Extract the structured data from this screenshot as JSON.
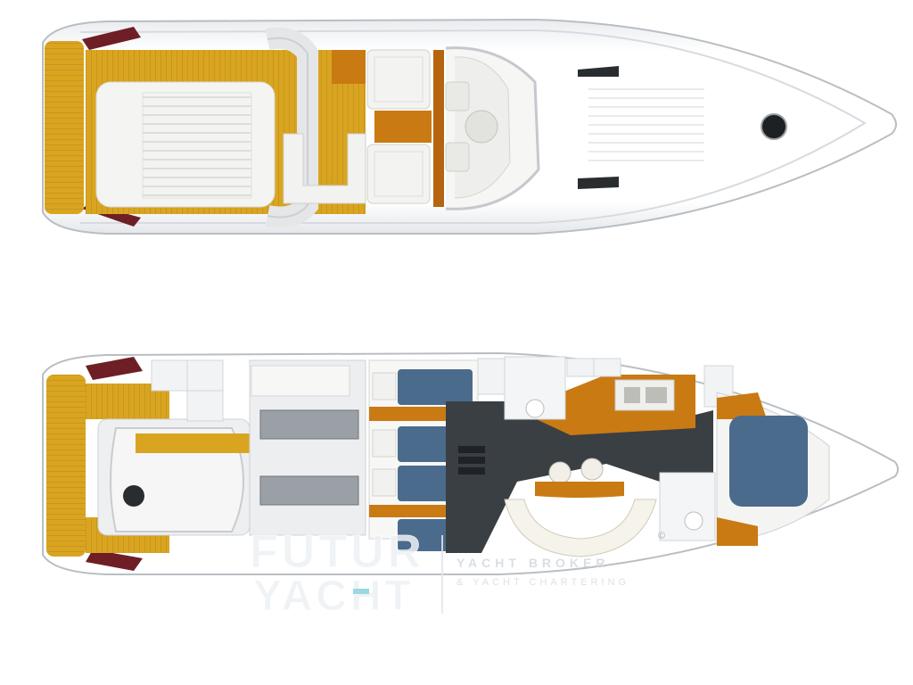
{
  "watermark": {
    "brand_line1": "FUTUR",
    "brand_line2": "YACHT",
    "tagline_line1": "YACHT BROKER",
    "tagline_line2": "& YACHT CHARTERING",
    "copyright": "©"
  },
  "colors": {
    "background": "#ffffff",
    "hull": "#ffffff",
    "hull_outline": "#c8ccd0",
    "teak": "#d9a520",
    "wood": "#c97a12",
    "cushion": "#f2f2f0",
    "upholstery_blue": "#4b6b8c",
    "dark_floor": "#3a3f44",
    "burgundy": "#6e1e25",
    "watermark": "#e6eaee"
  },
  "icons": [
    "boat-top-deck-plan",
    "boat-lower-deck-plan",
    "helm-wheel-icon",
    "porthole-icon"
  ]
}
